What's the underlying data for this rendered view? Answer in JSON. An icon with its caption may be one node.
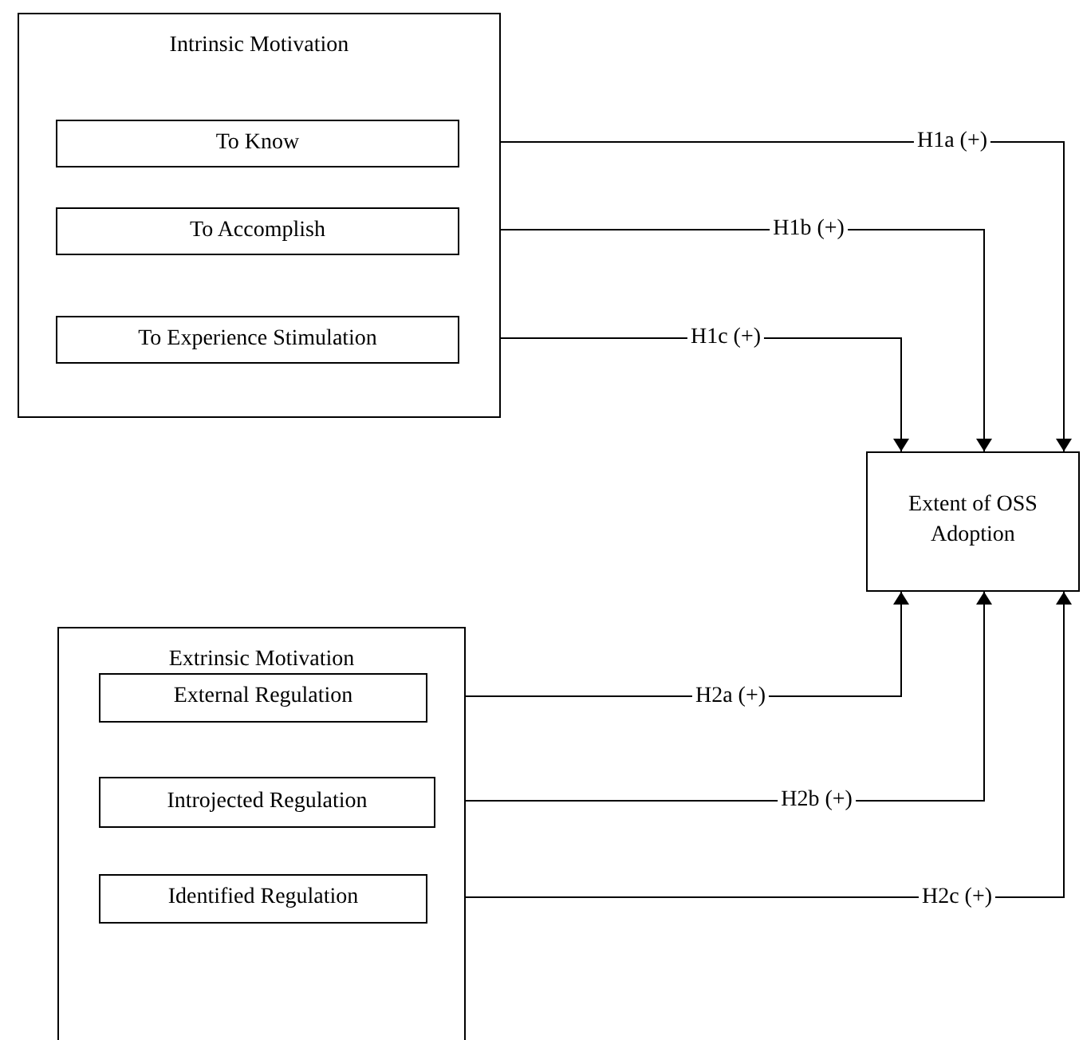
{
  "diagram": {
    "nodes": [
      {
        "text": [
          "Intrinsic Motivation"
        ]
      },
      {
        "text": [
          "To Know"
        ],
        "in": 0
      },
      {
        "text": [
          "To Accomplish"
        ],
        "in": 0
      },
      {
        "text": [
          "To Experience Stimulation"
        ],
        "in": 0
      },
      {
        "text": [
          "Extent of OSS Adoption"
        ]
      },
      {
        "text": [
          "Extrinsic Motivation"
        ]
      },
      {
        "text": [
          "External Regulation"
        ],
        "in": 5
      },
      {
        "text": [
          "Introjected Regulation"
        ],
        "in": 5
      },
      {
        "text": [
          "Identified Regulation"
        ],
        "in": 5
      }
    ],
    "edges": [
      {
        "from": 1,
        "to": 4,
        "arrow": "to",
        "label": "H1a (+)"
      },
      {
        "from": 2,
        "to": 4,
        "arrow": "to",
        "label": "H1b (+)"
      },
      {
        "from": 3,
        "to": 4,
        "arrow": "to",
        "label": "H1c (+)"
      },
      {
        "from": 6,
        "to": 4,
        "arrow": "to",
        "label": "H2a (+)"
      },
      {
        "from": 7,
        "to": 4,
        "arrow": "to",
        "label": "H2b (+)"
      },
      {
        "from": 8,
        "to": 4,
        "arrow": "to",
        "label": "H2c (+)"
      }
    ]
  }
}
